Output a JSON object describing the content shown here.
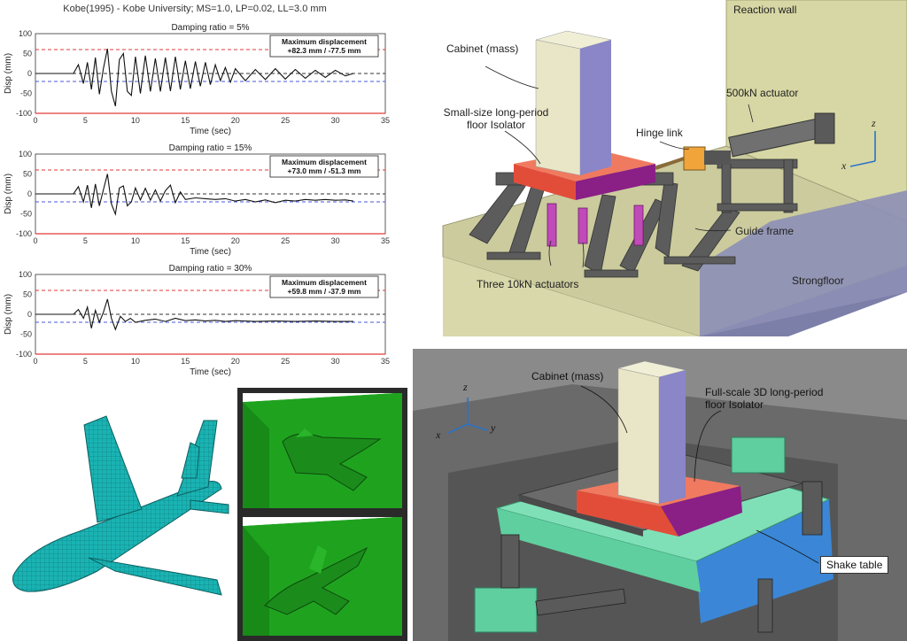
{
  "figure_title": "Kobe(1995) - Kobe University; MS=1.0, LP=0.02, LL=3.0 mm",
  "chart_data": [
    {
      "type": "line",
      "title": "Damping ratio = 5%",
      "xlabel": "Time (sec)",
      "ylabel": "Disp (mm)",
      "xlim": [
        0,
        35
      ],
      "ylim": [
        -100,
        100
      ],
      "xticks": [
        "0",
        "5",
        "10",
        "15",
        "20",
        "25",
        "30",
        "35"
      ],
      "yticks": [
        "100",
        "50",
        "0",
        "-50",
        "-100"
      ],
      "annotation_title": "Maximum displacement",
      "annotation_value": "+82.3 mm / -77.5 mm",
      "ref_lines": [
        60,
        0,
        -20,
        -100
      ],
      "x": [
        0,
        3.8,
        4.3,
        4.8,
        5.2,
        5.6,
        6.0,
        6.4,
        6.8,
        7.2,
        7.6,
        8.0,
        8.4,
        8.8,
        9.2,
        9.6,
        10.0,
        10.5,
        11.0,
        11.5,
        12.0,
        12.5,
        13.0,
        13.5,
        14.0,
        14.5,
        15.0,
        15.5,
        16.0,
        16.5,
        17.0,
        17.5,
        18.0,
        18.5,
        19.0,
        19.5,
        20,
        21,
        22,
        23,
        24,
        25,
        26,
        27,
        28,
        29,
        30,
        31,
        31.8
      ],
      "y": [
        0,
        0,
        22,
        -25,
        28,
        -40,
        40,
        -52,
        12,
        62,
        -45,
        -82,
        35,
        50,
        -45,
        -55,
        42,
        -50,
        45,
        -45,
        38,
        -45,
        40,
        -44,
        42,
        -40,
        32,
        -38,
        30,
        -32,
        28,
        -28,
        22,
        -18,
        15,
        -22,
        12,
        -18,
        10,
        -15,
        12,
        -14,
        10,
        -12,
        8,
        -10,
        8,
        -6,
        0
      ]
    },
    {
      "type": "line",
      "title": "Damping ratio = 15%",
      "xlabel": "Time (sec)",
      "ylabel": "Disp (mm)",
      "xlim": [
        0,
        35
      ],
      "ylim": [
        -100,
        100
      ],
      "xticks": [
        "0",
        "5",
        "10",
        "15",
        "20",
        "25",
        "30",
        "35"
      ],
      "yticks": [
        "100",
        "50",
        "0",
        "-50",
        "-100"
      ],
      "annotation_title": "Maximum displacement",
      "annotation_value": "+73.0 mm / -51.3 mm",
      "ref_lines": [
        60,
        0,
        -20,
        -100
      ],
      "x": [
        0,
        3.8,
        4.3,
        4.8,
        5.2,
        5.6,
        6.0,
        6.4,
        6.8,
        7.2,
        7.6,
        8.0,
        8.4,
        8.8,
        9.2,
        9.6,
        10.0,
        10.5,
        11.0,
        11.5,
        12.0,
        12.5,
        13.0,
        13.5,
        14.0,
        14.5,
        15.0,
        16,
        17,
        18,
        19,
        20,
        21,
        22,
        23,
        24,
        25,
        26,
        27,
        28,
        29,
        30,
        31,
        31.8
      ],
      "y": [
        0,
        0,
        18,
        -20,
        22,
        -35,
        25,
        -30,
        10,
        50,
        -25,
        -51,
        15,
        20,
        -30,
        -20,
        15,
        -15,
        14,
        -16,
        10,
        -18,
        8,
        22,
        -22,
        5,
        -14,
        -10,
        -12,
        -14,
        -12,
        -18,
        -14,
        -20,
        -15,
        -22,
        -16,
        -18,
        -14,
        -16,
        -14,
        -16,
        -15,
        -18
      ]
    },
    {
      "type": "line",
      "title": "Damping ratio = 30%",
      "xlabel": "Time (sec)",
      "ylabel": "Disp (mm)",
      "xlim": [
        0,
        35
      ],
      "ylim": [
        -100,
        100
      ],
      "xticks": [
        "0",
        "5",
        "10",
        "15",
        "20",
        "25",
        "30",
        "35"
      ],
      "yticks": [
        "100",
        "50",
        "0",
        "-50",
        "-100"
      ],
      "annotation_title": "Maximum displacement",
      "annotation_value": "+59.8 mm / -37.9 mm",
      "ref_lines": [
        60,
        0,
        -20,
        -100
      ],
      "x": [
        0,
        3.8,
        4.3,
        4.8,
        5.2,
        5.6,
        6.0,
        6.4,
        6.8,
        7.2,
        7.6,
        8.0,
        8.5,
        9.0,
        9.5,
        10.0,
        11,
        12,
        13,
        14,
        15,
        16,
        17,
        18,
        19,
        20,
        22,
        24,
        26,
        28,
        30,
        31.8
      ],
      "y": [
        0,
        0,
        12,
        -10,
        18,
        -35,
        10,
        -20,
        5,
        38,
        -10,
        -38,
        -5,
        -18,
        -10,
        -20,
        -15,
        -12,
        -18,
        -10,
        -16,
        -14,
        -17,
        -15,
        -18,
        -16,
        -18,
        -17,
        -18,
        -17,
        -18,
        -18
      ]
    }
  ],
  "top_diagram": {
    "labels": {
      "cabinet": "Cabinet (mass)",
      "isolator": "Small-size long-period floor Isolator",
      "hinge": "Hinge link",
      "actuator500": "500kN actuator",
      "reaction_wall": "Reaction wall",
      "guide_frame": "Guide frame",
      "three_actuators": "Three 10kN actuators",
      "strongfloor": "Strongfloor",
      "axis_x": "x",
      "axis_z": "z"
    },
    "colors": {
      "wall": "#d9d9a6",
      "floor": "#c7c79a",
      "cabinet_front": "#e8e6c6",
      "cabinet_side": "#8a86c8",
      "isolator": "#e8564a",
      "steel": "#6b6b6b"
    }
  },
  "bottom_diagram": {
    "labels": {
      "cabinet": "Cabinet (mass)",
      "isolator": "Full-scale 3D long-period floor Isolator",
      "shake_table": "Shake table",
      "axis_x": "x",
      "axis_y": "y",
      "axis_z": "z"
    },
    "colors": {
      "table_top": "#7fe0b8",
      "table_side": "#3b86d6",
      "plate": "#6b6b6b",
      "pit": "#5a5a5a"
    }
  },
  "aircraft": {
    "colors": {
      "mesh": "#1ab3b3",
      "background": "#1fa31f"
    }
  }
}
